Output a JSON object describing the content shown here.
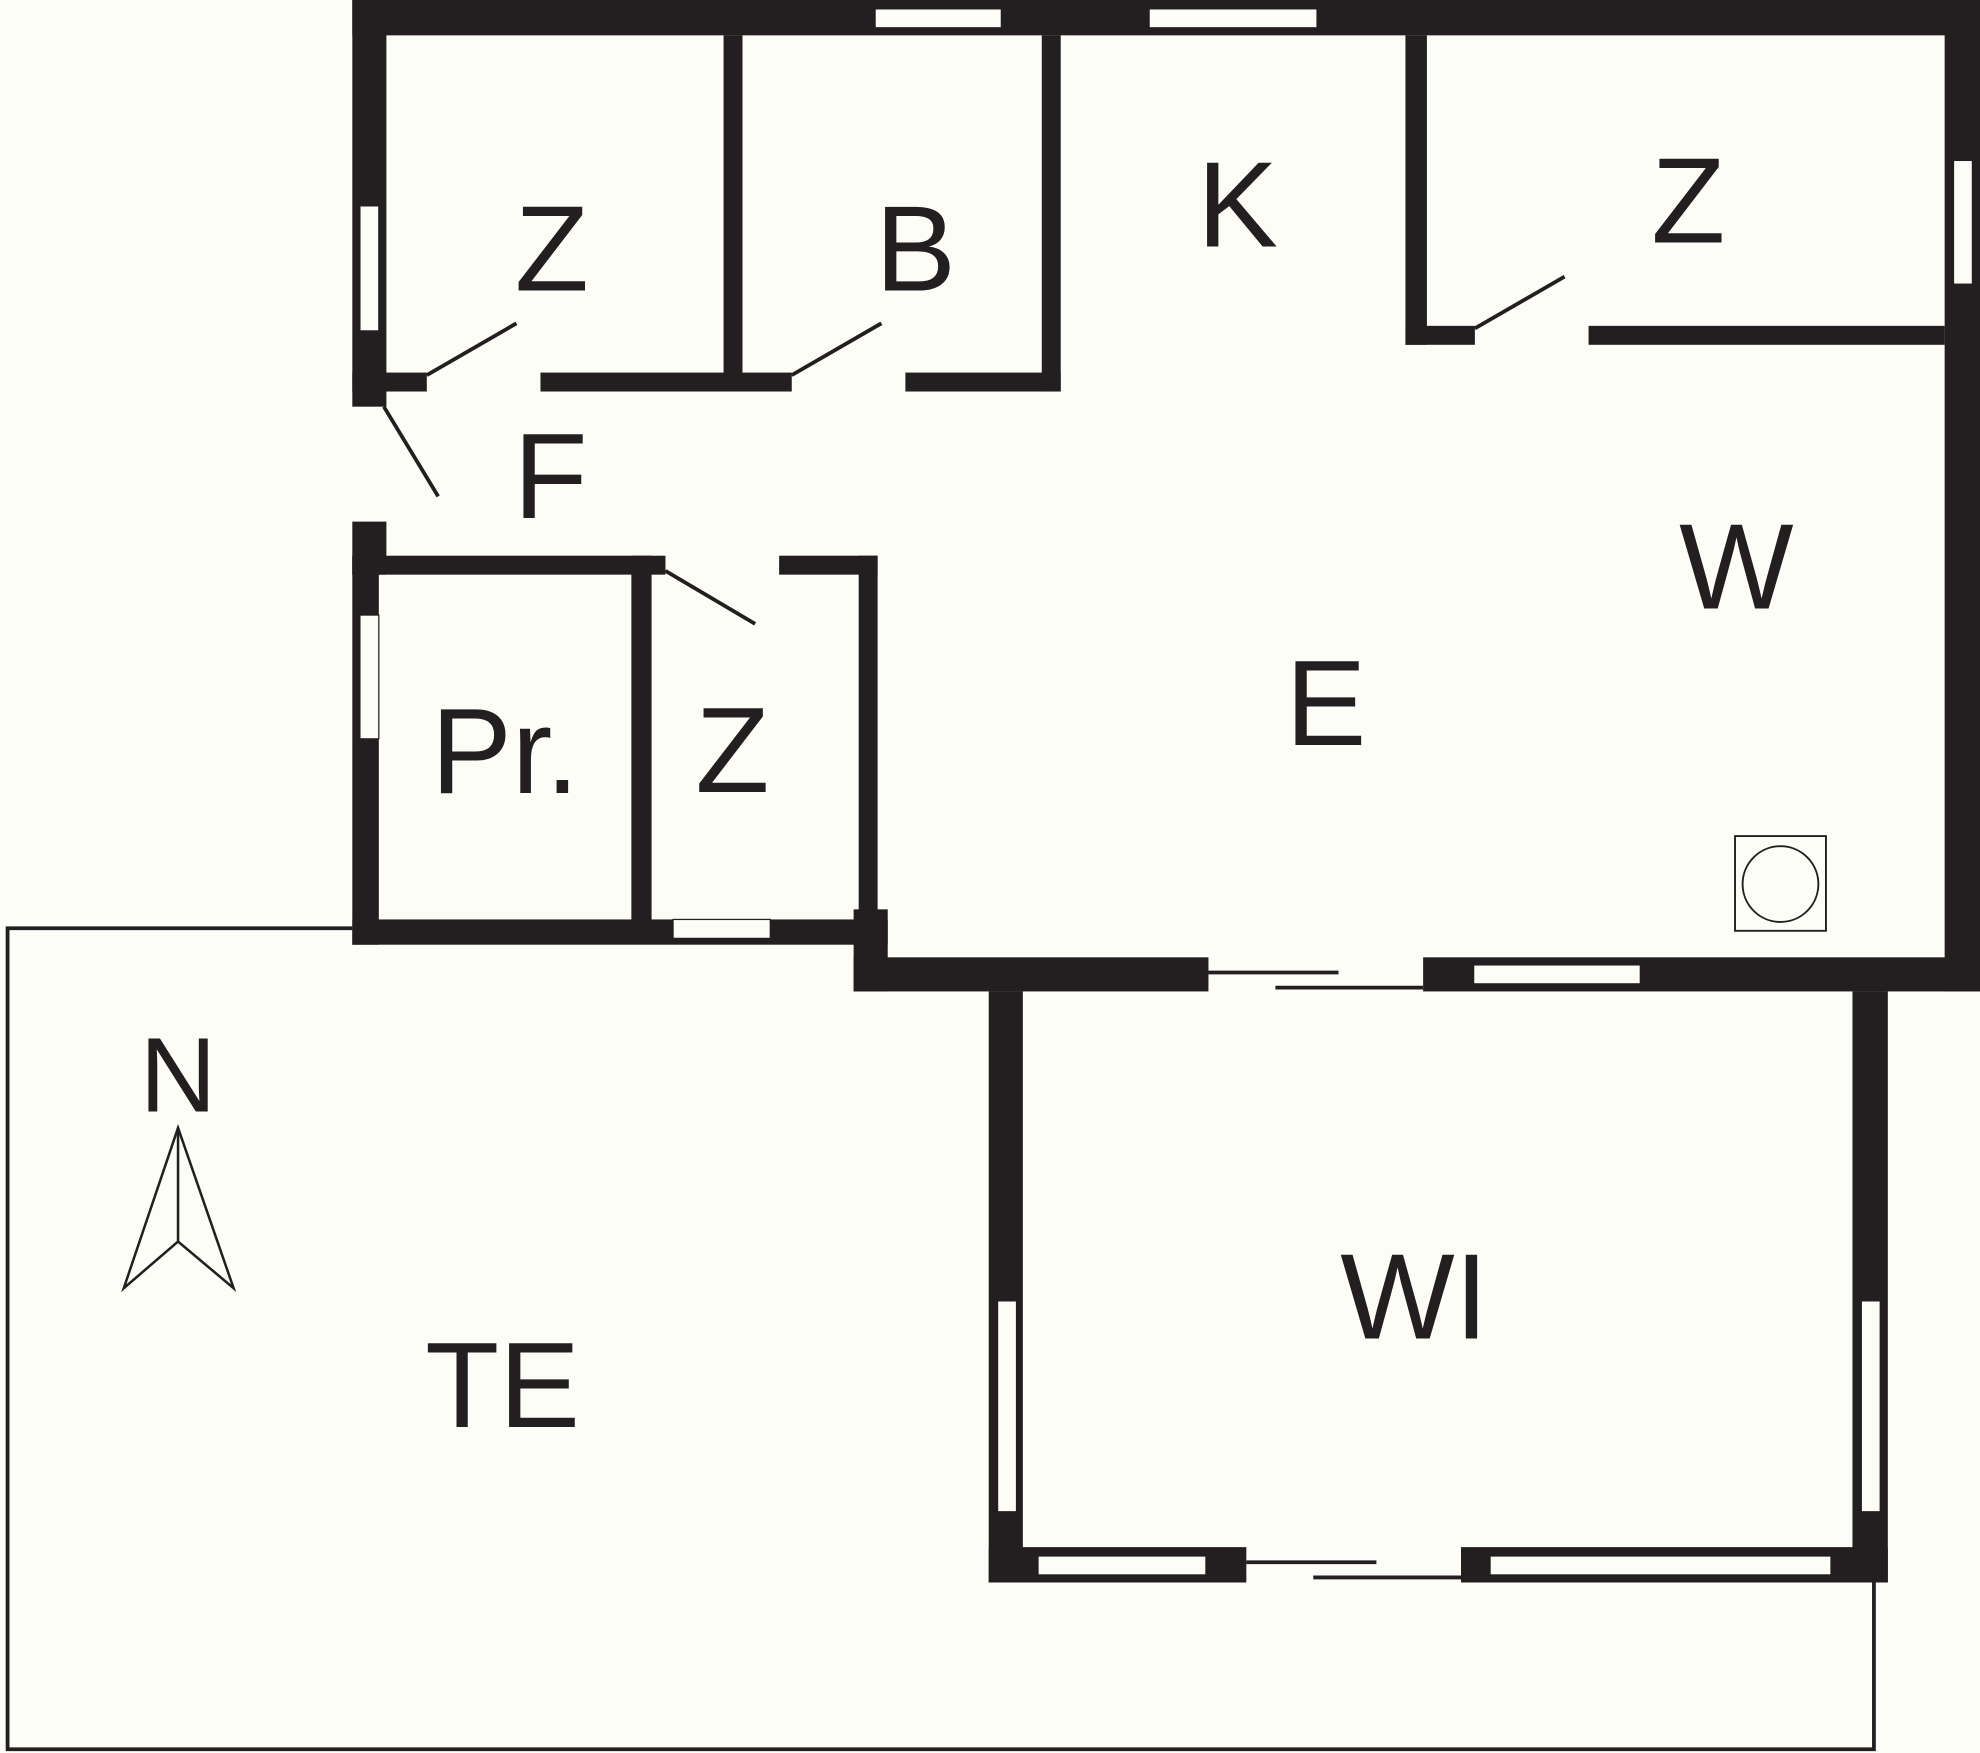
{
  "plan": {
    "rooms": {
      "bedroom_1": "Z",
      "bathroom": "B",
      "kitchen": "K",
      "bedroom_2": "Z",
      "hall": "F",
      "living": "W",
      "dining": "E",
      "utility": "Pr.",
      "bedroom_3": "Z",
      "winter_garden": "WI",
      "terrace": "TE"
    },
    "compass": "N"
  },
  "colors": {
    "wall": "#231f20",
    "background": "#fdfdf8"
  }
}
